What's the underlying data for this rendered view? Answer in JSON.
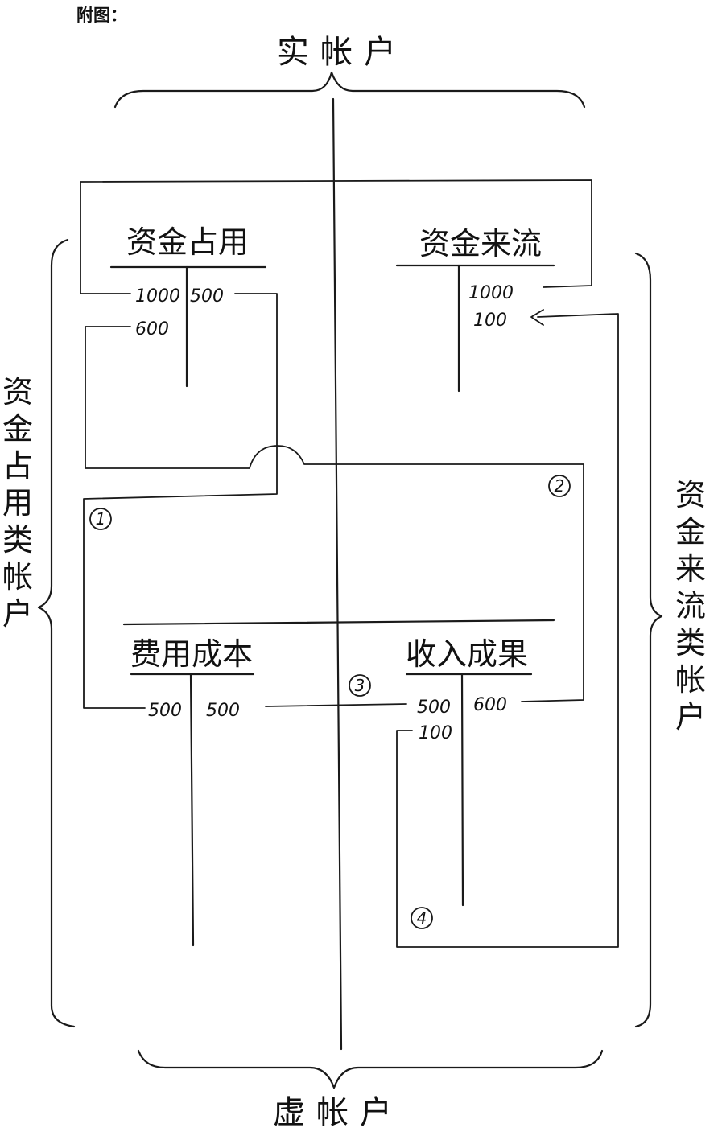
{
  "header_label": "附图：",
  "top_label": "实帐户",
  "bottom_label": "虚帐户",
  "left_label": "资金占用类帐户",
  "right_label": "资金来流类帐户",
  "accounts": {
    "top_left": {
      "title": "资金占用",
      "debit": [
        "1000",
        "600"
      ],
      "credit": [
        "500"
      ]
    },
    "top_right": {
      "title": "资金来流",
      "debit": [],
      "credit": [
        "1000",
        "100"
      ]
    },
    "bottom_left": {
      "title": "费用成本",
      "debit": [
        "500"
      ],
      "credit": [
        "500"
      ]
    },
    "bottom_right": {
      "title": "收入成果",
      "debit": [
        "500",
        "100"
      ],
      "credit": [
        "600"
      ]
    }
  },
  "markers": [
    "1",
    "2",
    "3",
    "4"
  ]
}
